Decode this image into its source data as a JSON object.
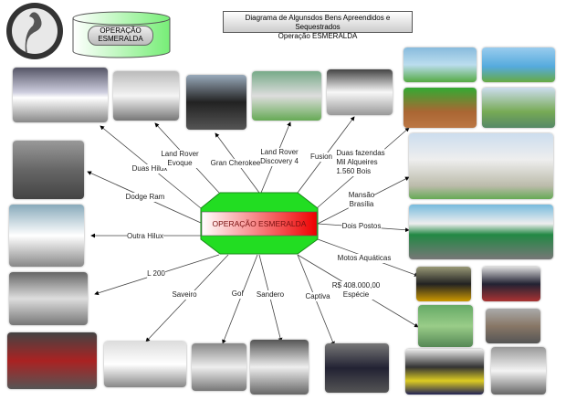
{
  "header": {
    "title_line1": "Diagrama de Algunsdos Bens Apreendidos e Sequestrados",
    "title_line2": "Operação ESMERALDA",
    "drum_label_line1": "OPERAÇÃO",
    "drum_label_line2": "ESMERALDA",
    "logo": "cobra-seal-logo"
  },
  "hub": {
    "label": "OPERAÇÃO ESMERALDA",
    "colors": {
      "octagon": "#22dd22",
      "band_start": "#ffffff",
      "band_end": "#ee0000"
    }
  },
  "branches": [
    {
      "id": "duas-hilux",
      "label": "Duas Hilux"
    },
    {
      "id": "land-rover-evoque",
      "label": "Land Rover\nEvoque"
    },
    {
      "id": "gran-cherokee",
      "label": "Gran Cherokee"
    },
    {
      "id": "land-rover-discovery",
      "label": "Land Rover\nDiscovery 4"
    },
    {
      "id": "fusion",
      "label": "Fusion"
    },
    {
      "id": "fazendas",
      "label": "Duas fazendas\nMil Alqueires\n1.560 Bois"
    },
    {
      "id": "mansao",
      "label": "Mansão\nBrasília"
    },
    {
      "id": "dois-postos",
      "label": "Dois Postos"
    },
    {
      "id": "motos-aquaticas",
      "label": "Motos Aquáticas"
    },
    {
      "id": "especie",
      "label": "R$ 408.000,00\nEspécie"
    },
    {
      "id": "captiva",
      "label": "Captiva"
    },
    {
      "id": "sandero",
      "label": "Sandero"
    },
    {
      "id": "gol",
      "label": "Gol"
    },
    {
      "id": "saveiro",
      "label": "Saveiro"
    },
    {
      "id": "l200",
      "label": "L 200"
    },
    {
      "id": "outra-hilux",
      "label": "Outra Hilux"
    },
    {
      "id": "dodge-ram",
      "label": "Dodge Ram"
    }
  ]
}
